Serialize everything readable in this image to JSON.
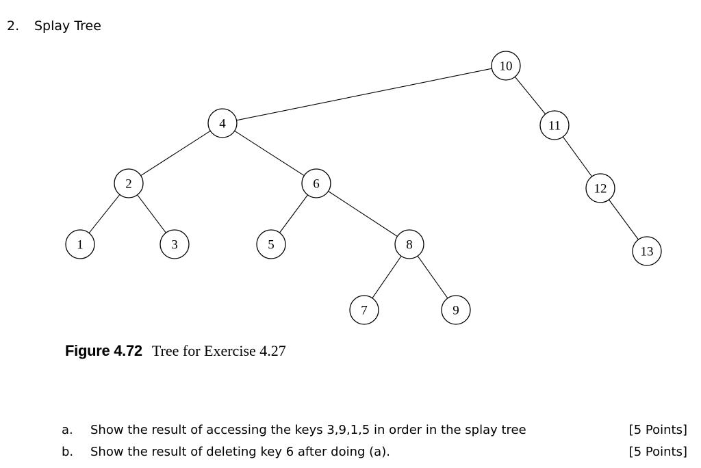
{
  "heading": {
    "number": "2.",
    "title": "Splay Tree"
  },
  "tree": {
    "nodes": [
      {
        "key": "10",
        "parent": null
      },
      {
        "key": "4",
        "parent": "10"
      },
      {
        "key": "11",
        "parent": "10"
      },
      {
        "key": "2",
        "parent": "4"
      },
      {
        "key": "6",
        "parent": "4"
      },
      {
        "key": "12",
        "parent": "11"
      },
      {
        "key": "1",
        "parent": "2"
      },
      {
        "key": "3",
        "parent": "2"
      },
      {
        "key": "5",
        "parent": "6"
      },
      {
        "key": "8",
        "parent": "6"
      },
      {
        "key": "13",
        "parent": "12"
      },
      {
        "key": "7",
        "parent": "8"
      },
      {
        "key": "9",
        "parent": "8"
      }
    ]
  },
  "caption": {
    "label": "Figure 4.72",
    "text": "Tree for Exercise 4.27"
  },
  "questions": [
    {
      "marker": "a.",
      "text": "Show the result of accessing the keys 3,9,1,5 in order in the splay tree",
      "points": "[5 Points]"
    },
    {
      "marker": "b.",
      "text": "Show the result of deleting key 6 after doing (a).",
      "points": "[5 Points]"
    }
  ]
}
